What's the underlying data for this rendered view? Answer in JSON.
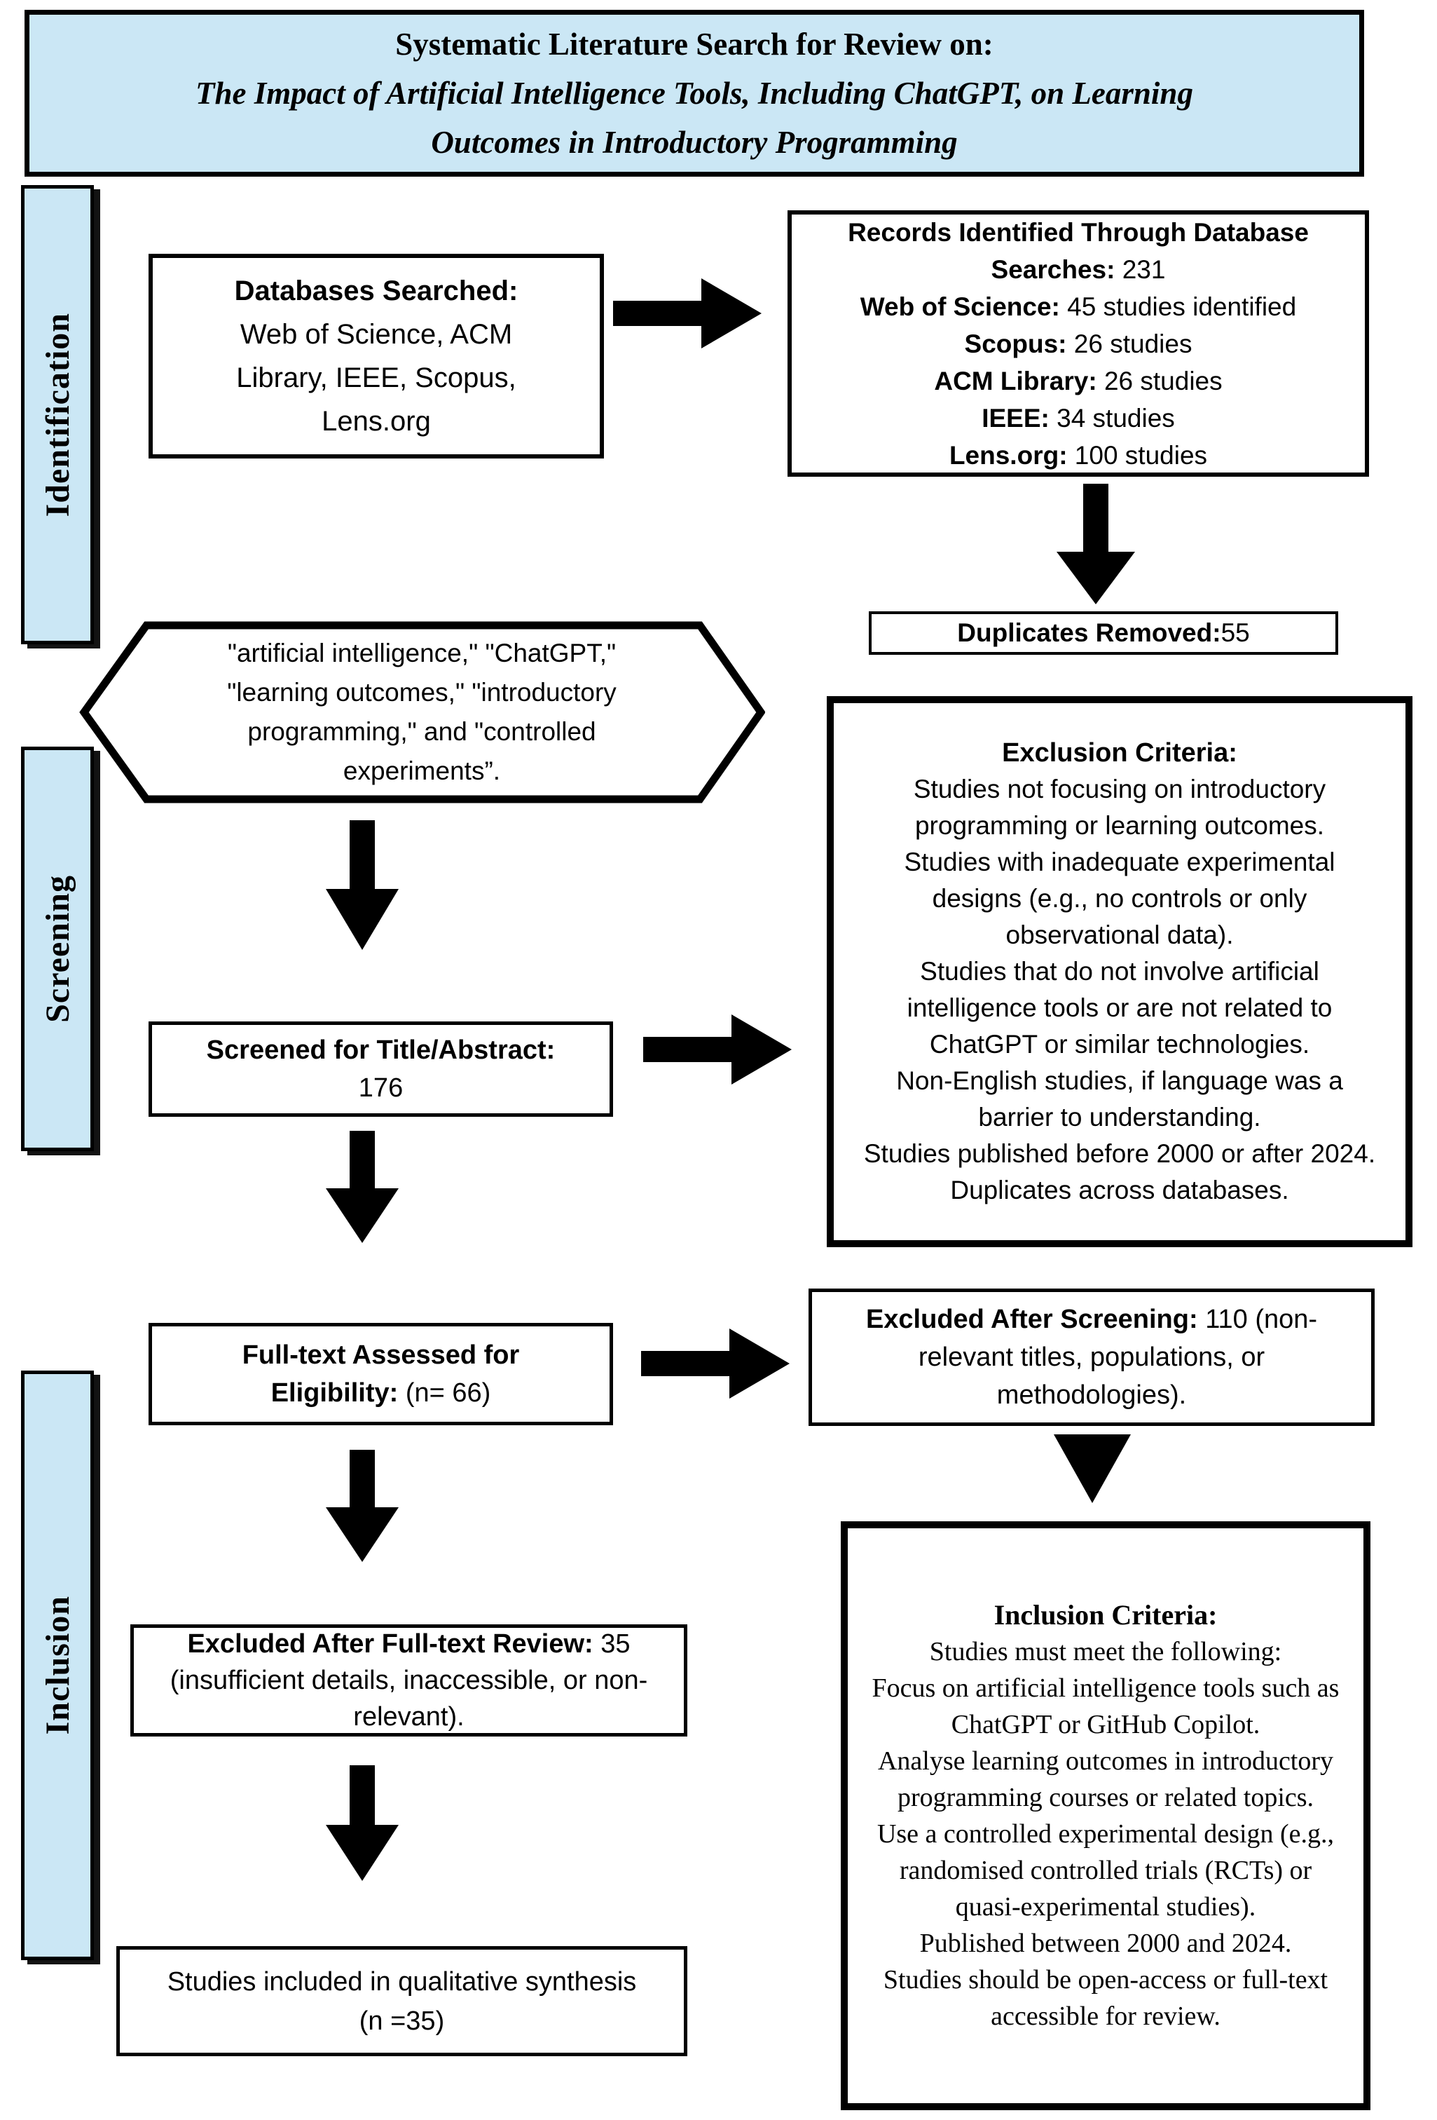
{
  "title": {
    "line1": "Systematic Literature Search for Review on:",
    "line2": "The Impact of Artificial Intelligence Tools, Including ChatGPT, on Learning",
    "line3": "Outcomes in Introductory Programming"
  },
  "sidebar": {
    "identification": "Identification",
    "screening": "Screening",
    "inclusion": "Inclusion"
  },
  "databases": {
    "heading": "Databases Searched:",
    "body": "Web of Science, ACM Library, IEEE, Scopus, Lens.org"
  },
  "records": {
    "title_label": "Records Identified Through Database Searches:",
    "title_value": " 231",
    "items": [
      {
        "label": "Web of Science:",
        "value": " 45 studies identified"
      },
      {
        "label": "Scopus:",
        "value": " 26 studies"
      },
      {
        "label": "ACM Library:",
        "value": " 26 studies"
      },
      {
        "label": "IEEE:",
        "value": " 34 studies"
      },
      {
        "label": "Lens.org:",
        "value": " 100 studies"
      }
    ]
  },
  "duplicates": {
    "label": "Duplicates Removed:",
    "value": " 55"
  },
  "search_terms": "\"artificial intelligence,\" \"ChatGPT,\" \"learning outcomes,\" \"introductory programming,\" and \"controlled experiments”.",
  "exclusion": {
    "heading": "Exclusion Criteria:",
    "items": [
      "Studies not focusing on introductory programming or learning outcomes.",
      "Studies with inadequate experimental designs (e.g., no controls or only observational data).",
      "Studies that do not involve artificial intelligence tools or are not related to ChatGPT or similar technologies.",
      "Non-English studies, if language was a barrier to understanding.",
      "Studies published before 2000 or after 2024.",
      "Duplicates across databases."
    ]
  },
  "screened": {
    "label": "Screened for Title/Abstract:",
    "value": "176"
  },
  "excluded_screening": {
    "label": "Excluded After Screening:",
    "value": " 110 (non-relevant titles, populations, or methodologies)."
  },
  "fulltext": {
    "label_line1": "Full-text Assessed for",
    "label_line2": "Eligibility:",
    "value": " (n= 66)"
  },
  "excluded_fulltext": {
    "label": "Excluded After Full-text Review:",
    "value": " 35 (insufficient details, inaccessible, or non-relevant)."
  },
  "inclusion_criteria": {
    "heading": "Inclusion Criteria:",
    "items": [
      "Studies must meet the following:",
      "Focus on artificial intelligence tools such as ChatGPT or GitHub Copilot.",
      "Analyse learning outcomes in introductory programming courses or related topics.",
      "Use a controlled experimental design (e.g., randomised controlled trials (RCTs) or quasi-experimental studies).",
      "Published between 2000 and 2024.",
      "Studies should be open-access or full-text accessible for review."
    ]
  },
  "included": {
    "line1": "Studies included in qualitative synthesis",
    "line2": "(n =35)"
  }
}
